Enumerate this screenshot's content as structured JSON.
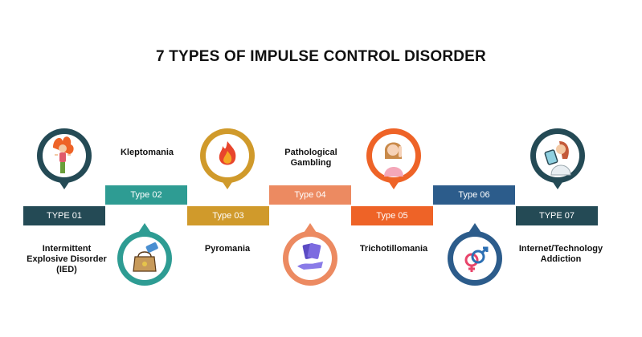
{
  "title": "7 TYPES OF IMPULSE CONTROL DISORDER",
  "types": [
    {
      "tag": "TYPE 01",
      "name": "Intermittent Explosive Disorder (IED)",
      "color": "#244a55",
      "icon": "angry-person-icon"
    },
    {
      "tag": "Type 02",
      "name": "Kleptomania",
      "color": "#2e9c93",
      "icon": "stealing-hand-bag-icon"
    },
    {
      "tag": "Type 03",
      "name": "Pyromania",
      "color": "#d09a2b",
      "icon": "fire-icon"
    },
    {
      "tag": "Type 04",
      "name": "Pathological Gambling",
      "color": "#ec8a61",
      "icon": "playing-cards-hand-icon"
    },
    {
      "tag": "Type 05",
      "name": "Trichotillomania",
      "color": "#ee6327",
      "icon": "hair-pulling-woman-icon"
    },
    {
      "tag": "Type 06",
      "name": "Internet/Technology Addiction",
      "color": "#2c5c8b",
      "icon": "gender-symbols-icon"
    },
    {
      "tag": "TYPE 07",
      "name": "",
      "color": "#244a55",
      "icon": "person-using-phone-icon"
    }
  ]
}
